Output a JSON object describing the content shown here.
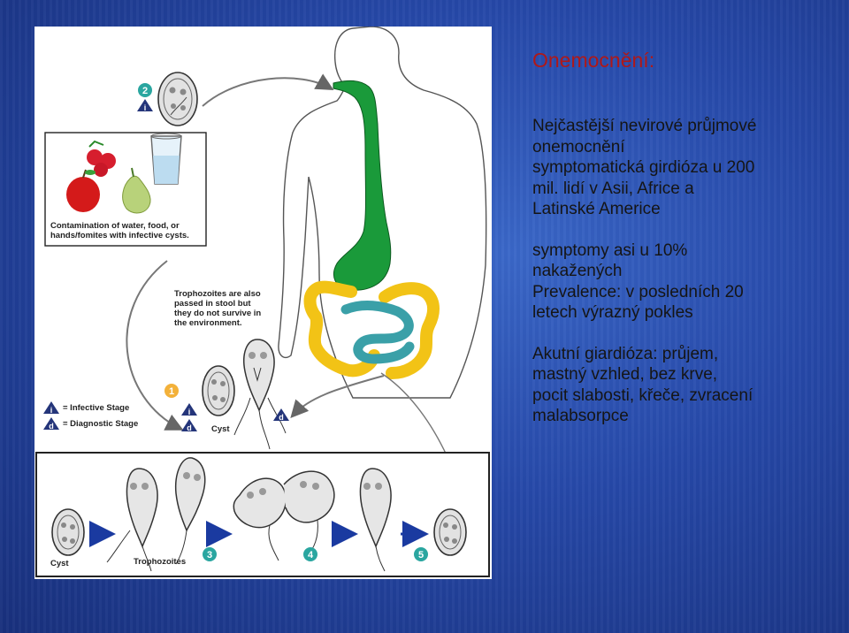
{
  "slide": {
    "title": "Onemocnění:",
    "paragraphs": [
      {
        "lines": [
          "Nejčastější nevirové průjmové",
          "onemocnění",
          "symptomatická girdióza u 200",
          "mil. lidí v Asii, Africe a",
          "Latinské Americe"
        ]
      },
      {
        "lines": [
          "symptomy asi u 10%",
          "nakažených",
          "Prevalence: v posledních 20",
          "letech výrazný pokles"
        ]
      },
      {
        "lines": [
          "Akutní giardióza: průjem,",
          "mastný vzhled, bez krve,",
          "pocit slabosti, křeče, zvracení",
          "malabsorpce"
        ]
      }
    ]
  },
  "diagram": {
    "contamination_label": [
      "Contamination of water, food, or",
      "hands/fomites with infective cysts."
    ],
    "trophozoite_note": [
      "Trophozoites are also",
      "passed in stool but",
      "they do not survive in",
      "the environment."
    ],
    "legend": {
      "infective": "= Infective Stage",
      "diagnostic": "= Diagnostic Stage"
    },
    "cyst_label": "Cyst",
    "bottom_cyst_label": "Cyst",
    "bottom_trophozoites_label": "Trophozoites",
    "steps": [
      "1",
      "2",
      "3",
      "4",
      "5"
    ],
    "icon_i": "i",
    "icon_d": "d",
    "colors": {
      "esophagus": "#1a9a3a",
      "colon": "#f2c316",
      "small_intestine": "#3aa0a8",
      "step_badge_teal": "#2aa6a0",
      "step_badge_orange": "#f3b13a",
      "icon_blue": "#24357a",
      "arrow": "#1a3aa0"
    }
  }
}
